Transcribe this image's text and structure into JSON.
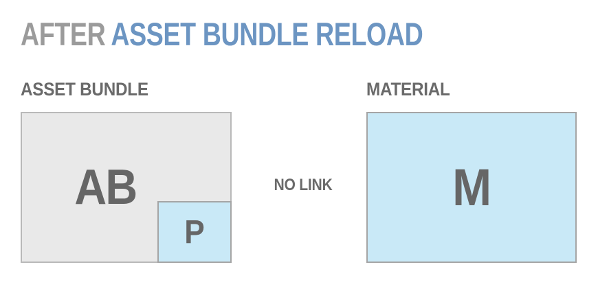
{
  "title": {
    "prefix": "AFTER",
    "highlight": "ASSET BUNDLE RELOAD"
  },
  "asset_bundle": {
    "heading": "ASSET BUNDLE",
    "box_label": "AB",
    "sub_box_label": "P"
  },
  "relationship": {
    "label": "NO LINK"
  },
  "material": {
    "heading": "MATERIAL",
    "box_label": "M"
  },
  "colors": {
    "title_prefix": "#9b9b9b",
    "title_highlight": "#6c95c2",
    "heading_text": "#6a6a6a",
    "box_gray_fill": "#e9e9e9",
    "box_gray_border": "#b9b9b9",
    "box_blue_fill": "#c9e9f7",
    "box_blue_border": "#a5a5a5",
    "letter_text": "#666666",
    "background": "#ffffff"
  }
}
